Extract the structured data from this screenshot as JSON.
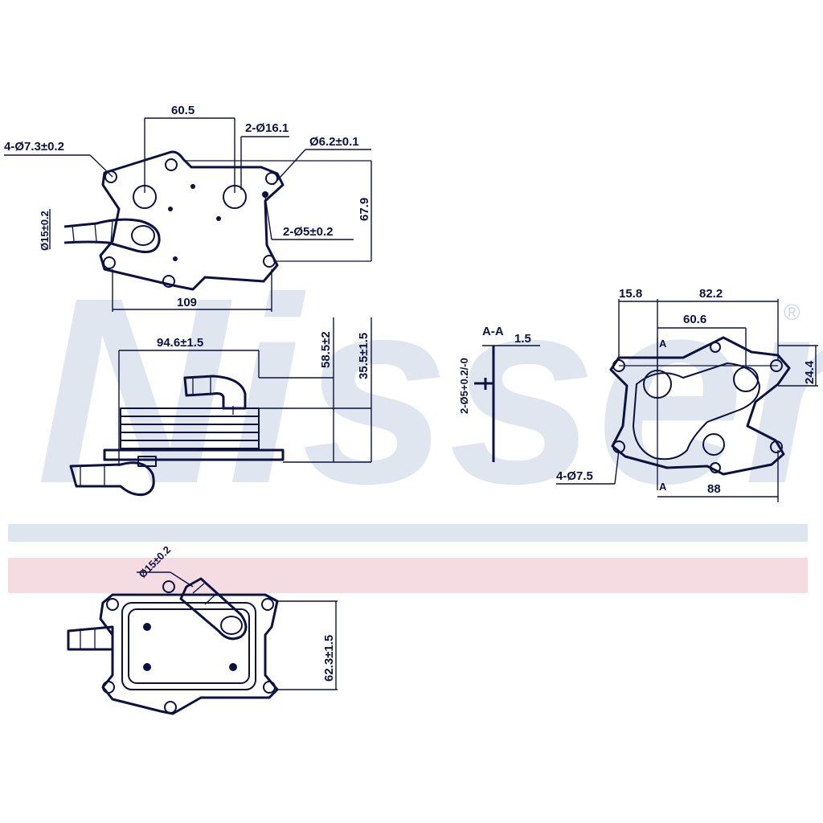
{
  "watermark": {
    "text": "Nissens",
    "registered": "®"
  },
  "colors": {
    "line": "#0c1240",
    "watermark": "#dfe6ef",
    "band_blue": "#dde5ef",
    "band_pink": "#f4dce2"
  },
  "top_view": {
    "dim_width_top": "60.5",
    "dim_holes": "2-Ø16.1",
    "dim_mount_holes": "4-Ø7.3±0.2",
    "dim_small_hole": "Ø6.2±0.1",
    "dim_pin_holes": "2-Ø5±0.2",
    "dim_height": "67.9",
    "dim_pipe_dia": "Ø15±0.2",
    "dim_width_bottom": "109"
  },
  "side_view": {
    "dim_width": "94.6±1.5",
    "dim_height_a": "58.5±2",
    "dim_height_b": "35.5±1.5"
  },
  "section_view": {
    "label": "A-A",
    "dim_thickness": "1.5",
    "dim_pins": "2-Ø5+0.2/-0"
  },
  "plate_view": {
    "dim_15_8": "15.8",
    "dim_82_2": "82.2",
    "dim_60_6": "60.6",
    "dim_24_4": "24.4",
    "dim_holes": "4-Ø7.5",
    "dim_88": "88",
    "section_mark": "A"
  },
  "bottom_view": {
    "dim_pipe_dia": "Ø15±0.2",
    "dim_height": "62.3±1.5"
  }
}
